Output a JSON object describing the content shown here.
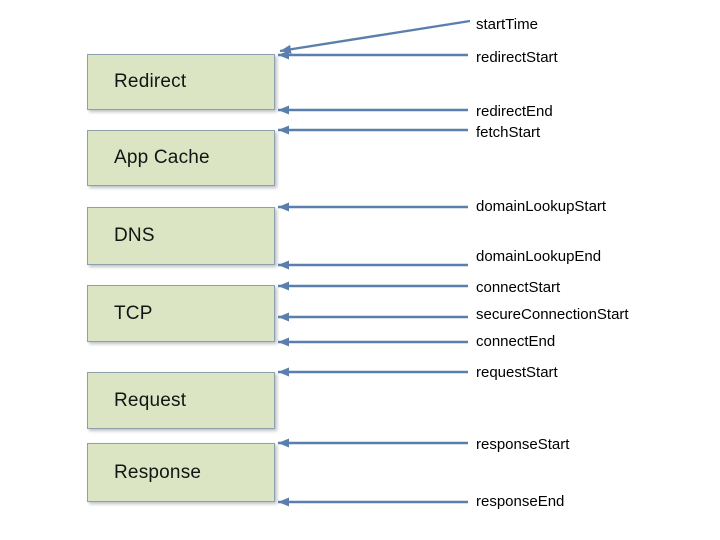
{
  "diagram": {
    "description": "Navigation timing phases with event markers",
    "colors": {
      "box_fill": "#dce5c3",
      "box_border": "#8da0ab",
      "arrow": "#5b7fad",
      "text": "#000000",
      "background": "#ffffff"
    },
    "boxes": [
      {
        "label": "Redirect"
      },
      {
        "label": "App Cache"
      },
      {
        "label": "DNS"
      },
      {
        "label": "TCP"
      },
      {
        "label": "Request"
      },
      {
        "label": "Response"
      }
    ],
    "events": [
      {
        "label": "startTime",
        "target": "Redirect",
        "edge": "top"
      },
      {
        "label": "redirectStart",
        "target": "Redirect",
        "edge": "top"
      },
      {
        "label": "redirectEnd",
        "target": "Redirect",
        "edge": "bottom"
      },
      {
        "label": "fetchStart",
        "target": "App Cache",
        "edge": "top"
      },
      {
        "label": "domainLookupStart",
        "target": "DNS",
        "edge": "top"
      },
      {
        "label": "domainLookupEnd",
        "target": "DNS",
        "edge": "bottom"
      },
      {
        "label": "connectStart",
        "target": "TCP",
        "edge": "top"
      },
      {
        "label": "secureConnectionStart",
        "target": "TCP",
        "edge": "middle"
      },
      {
        "label": "connectEnd",
        "target": "TCP",
        "edge": "bottom"
      },
      {
        "label": "requestStart",
        "target": "Request",
        "edge": "top"
      },
      {
        "label": "responseStart",
        "target": "Response",
        "edge": "top"
      },
      {
        "label": "responseEnd",
        "target": "Response",
        "edge": "bottom"
      }
    ]
  }
}
